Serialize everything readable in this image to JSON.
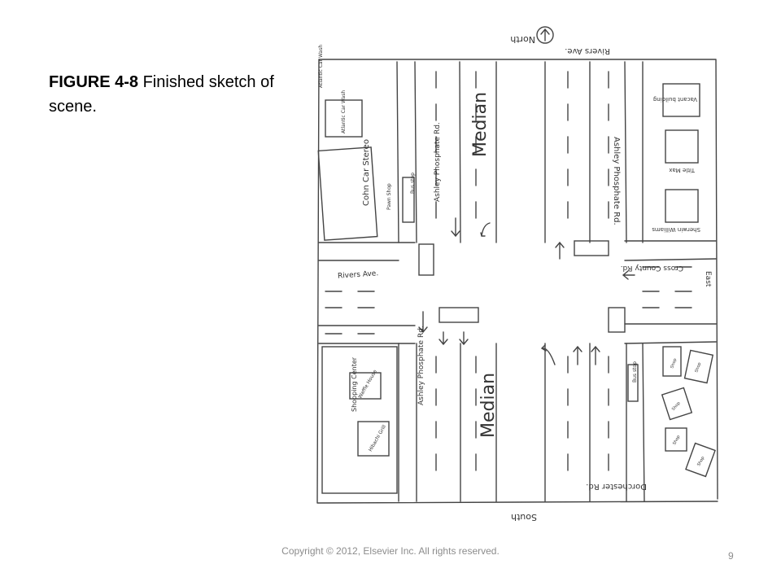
{
  "caption": {
    "figure_label": "FIGURE 4-8",
    "text": " Finished sketch of scene."
  },
  "sketch": {
    "compass": {
      "north": "North",
      "south": "South",
      "east": "East"
    },
    "roads": {
      "rivers_ave": "Rivers Ave.",
      "ashley_phosphate_north": "Ashley Phosphate Rd.",
      "ashley_phosphate_south": "Ashley Phosphate Rd.",
      "ashley_phosphate_nw": "Ashley Phosphate Rd.",
      "cross_county": "Cross County Rd.",
      "dorchester": "Dorchester Rd.",
      "rivers_west": "Rivers Ave."
    },
    "medians": {
      "north": "Median",
      "south": "Median"
    },
    "businesses": {
      "car_wash": "Atlantic Car Wash",
      "car_wash_lot": "Atlantic Car Wash",
      "stereo": "Cohn Car Stereo",
      "pawn": "Pawn Shop",
      "vacant_north": "Vacant building",
      "title_max": "Title Max",
      "sherwin": "Sherwin Williams",
      "shopping_center": "Shopping Center",
      "waffle": "Waffle House",
      "grill": "Hibachi Grill",
      "se_1": "Shop",
      "se_2": "Shop",
      "se_3": "Shop",
      "se_4": "Shop",
      "se_5": "Shop"
    },
    "bus_stops": {
      "north": "Bus stop",
      "south": "Bus stop"
    }
  },
  "footer": {
    "copyright": "Copyright © 2012, Elsevier Inc. All rights reserved.",
    "page_number": "9"
  }
}
